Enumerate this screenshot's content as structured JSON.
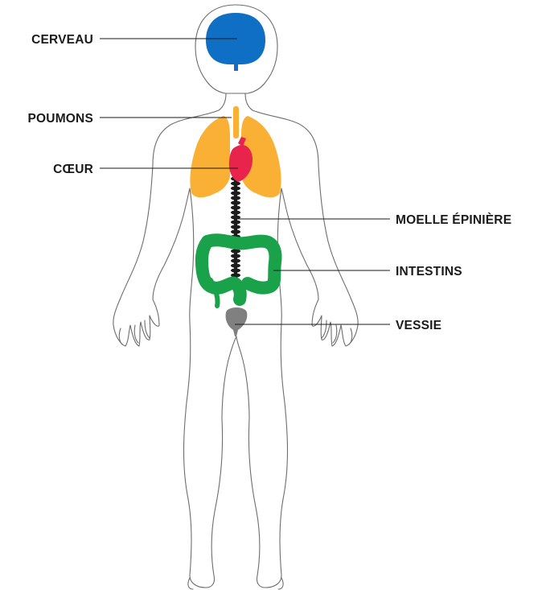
{
  "diagram": {
    "labels": {
      "brain": "CERVEAU",
      "lungs": "POUMONS",
      "heart": "CŒUR",
      "spinal_cord": "MOELLE ÉPINIÈRE",
      "intestines": "INTESTINS",
      "bladder": "VESSIE"
    },
    "colors": {
      "brain": "#0f6fc4",
      "lungs": "#f9b035",
      "heart": "#e8244d",
      "spinal_cord": "#1c1c1c",
      "intestines": "#1aa24a",
      "bladder": "#808080",
      "outline": "#6d6d6d",
      "text": "#1a1a1a"
    }
  }
}
